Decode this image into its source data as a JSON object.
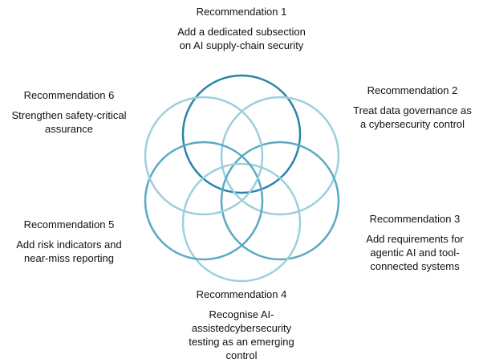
{
  "colors": {
    "light_teal": "#9ccfdc",
    "mid_teal": "#5ba9c2",
    "dark_teal": "#2a85a9",
    "text": "#111111",
    "background": "#ffffff"
  },
  "recommendations": [
    {
      "title": "Recommendation 1",
      "text": "Add a dedicated subsection\non AI supply-chain security"
    },
    {
      "title": "Recommendation 2",
      "text": "Treat data governance as\na cybersecurity control"
    },
    {
      "title": "Recommendation 3",
      "text": "Add requirements for\nagentic AI and tool-\nconnected systems"
    },
    {
      "title": "Recommendation 4",
      "text": "Recognise AI-\nassistedcybersecurity\ntesting as an emerging\ncontrol"
    },
    {
      "title": "Recommendation 5",
      "text": "Add risk indicators and\nnear-miss reporting"
    },
    {
      "title": "Recommendation 6",
      "text": "Strengthen safety-critical\nassurance"
    }
  ]
}
